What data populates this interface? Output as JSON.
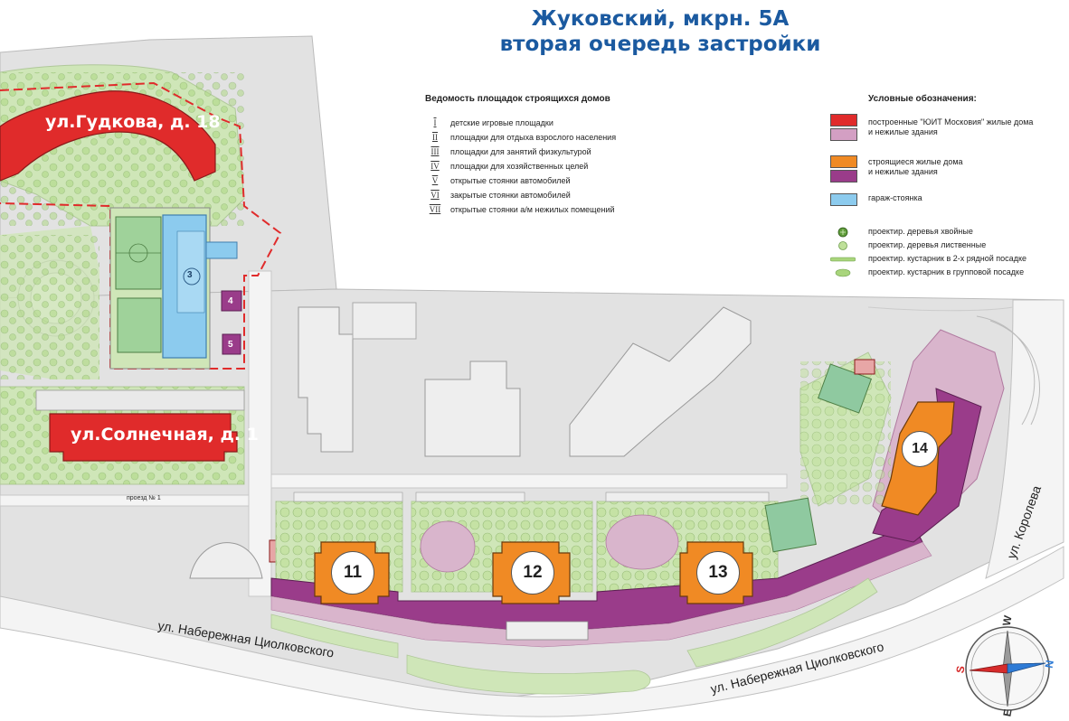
{
  "header": {
    "title_line1": "Жуковский, мкрн. 5А",
    "title_line2": "вторая очередь застройки"
  },
  "sites_list": {
    "heading": "Ведомость площадок строящихся домов",
    "items": [
      {
        "numeral": "I",
        "label": "детские игровые площадки"
      },
      {
        "numeral": "II",
        "label": "площадки для отдыха взрослого населения"
      },
      {
        "numeral": "III",
        "label": "площадки для занятий физкультурой"
      },
      {
        "numeral": "IV",
        "label": "площадки для хозяйственных целей"
      },
      {
        "numeral": "V",
        "label": "открытые стоянки автомобилей"
      },
      {
        "numeral": "VI",
        "label": "закрытые стоянки автомобилей"
      },
      {
        "numeral": "VII",
        "label": "открытые стоянки а/м нежилых помещений"
      }
    ]
  },
  "legend": {
    "heading": "Условные обозначения:",
    "items": [
      {
        "label1": "построенные \"ЮИТ Московия\" жилые дома",
        "label2": "и нежилые здания",
        "color1": "#e02b2b",
        "color2": "#d39fc3"
      },
      {
        "label1": "строящиеся жилые дома",
        "label2": "и нежилые здания",
        "color1": "#f08a24",
        "color2": "#9a3c8a"
      },
      {
        "label1": "гараж-стоянка",
        "color1": "#8ccbee"
      }
    ],
    "symbols": [
      {
        "icon": "conifer-tree-icon",
        "label": "проектир. деревья хвойные"
      },
      {
        "icon": "deciduous-tree-icon",
        "label": "проектир. деревья лиственные"
      },
      {
        "icon": "hedge-row-icon",
        "label": "проектир. кустарник в 2-х рядной посадке"
      },
      {
        "icon": "shrub-group-icon",
        "label": "проектир. кустарник в групповой посадке"
      }
    ]
  },
  "buildings": {
    "built": [
      {
        "label": "ул.Гудкова, д. 18"
      },
      {
        "label": "ул.Солнечная, д. 1"
      }
    ],
    "under_construction": [
      {
        "number": "11"
      },
      {
        "number": "12"
      },
      {
        "number": "13"
      },
      {
        "number": "14"
      }
    ],
    "markers": [
      "3",
      "4",
      "5"
    ]
  },
  "streets": {
    "naberezhnaya_left": "ул. Набережная Циолковского",
    "naberezhnaya_right": "ул. Набережная Циолковского",
    "koroleva": "ул. Королева",
    "proezd": "проезд № 1"
  },
  "compass": {
    "n": "N",
    "s": "S",
    "w": "W",
    "e": "E"
  },
  "colors": {
    "map_ground": "#e4e4e4",
    "road": "#f4f4f4",
    "built": "#e02b2b",
    "construction": "#f08a24",
    "nonres": "#9a3c8a",
    "pink_zone": "#d9b5cc",
    "garage": "#8ccbee",
    "green": "#bedda2",
    "tree": "#a7d27a",
    "sport": "#8fc9a0",
    "title": "#1b5aa0"
  }
}
